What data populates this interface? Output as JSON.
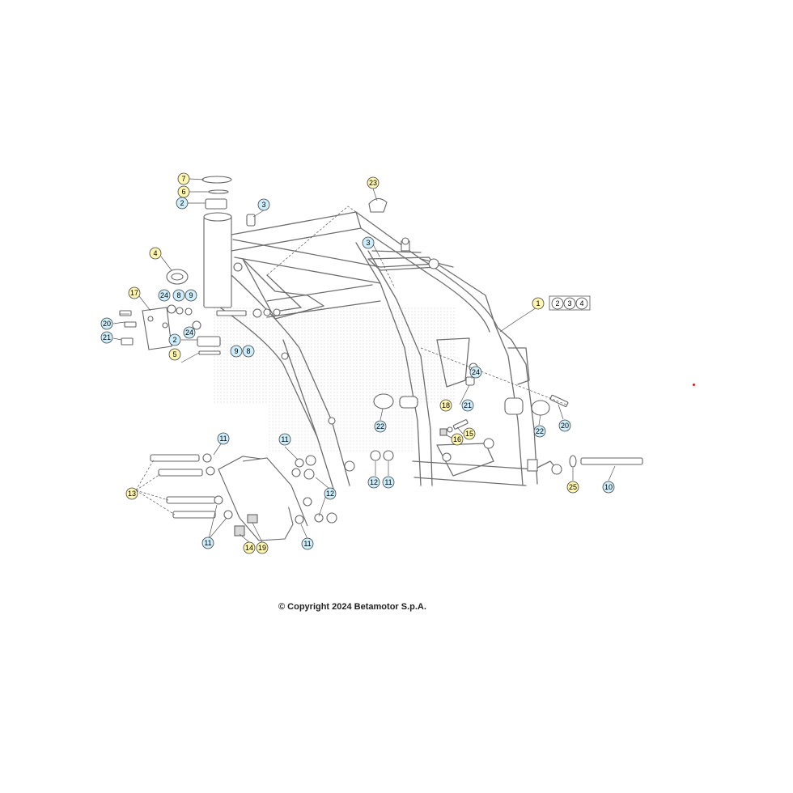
{
  "copyright": "© Copyright 2024 Betamotor S.p.A.",
  "callouts": [
    {
      "id": "c7",
      "label": "7",
      "style": "yellow"
    },
    {
      "id": "c6",
      "label": "6",
      "style": "yellow"
    },
    {
      "id": "c2a",
      "label": "2",
      "style": "blue"
    },
    {
      "id": "c3a",
      "label": "3",
      "style": "blue"
    },
    {
      "id": "c23",
      "label": "23",
      "style": "yellow"
    },
    {
      "id": "c3b",
      "label": "3",
      "style": "blue"
    },
    {
      "id": "c4a",
      "label": "4",
      "style": "yellow"
    },
    {
      "id": "c17",
      "label": "17",
      "style": "yellow"
    },
    {
      "id": "c24a",
      "label": "24",
      "style": "blue"
    },
    {
      "id": "c8a",
      "label": "8",
      "style": "blue"
    },
    {
      "id": "c9a",
      "label": "9",
      "style": "blue"
    },
    {
      "id": "c20a",
      "label": "20",
      "style": "blue"
    },
    {
      "id": "c24b",
      "label": "24",
      "style": "blue"
    },
    {
      "id": "c21a",
      "label": "21",
      "style": "blue"
    },
    {
      "id": "c2b",
      "label": "2",
      "style": "blue"
    },
    {
      "id": "c9b",
      "label": "9",
      "style": "blue"
    },
    {
      "id": "c8b",
      "label": "8",
      "style": "blue"
    },
    {
      "id": "c5",
      "label": "5",
      "style": "yellow"
    },
    {
      "id": "c1",
      "label": "1",
      "style": "yellow"
    },
    {
      "id": "c1b2",
      "label": "2",
      "style": "white"
    },
    {
      "id": "c1b3",
      "label": "3",
      "style": "white"
    },
    {
      "id": "c1b4",
      "label": "4",
      "style": "white"
    },
    {
      "id": "c24c",
      "label": "24",
      "style": "blue"
    },
    {
      "id": "c18",
      "label": "18",
      "style": "yellow"
    },
    {
      "id": "c21b",
      "label": "21",
      "style": "blue"
    },
    {
      "id": "c22a",
      "label": "22",
      "style": "blue"
    },
    {
      "id": "c22b",
      "label": "22",
      "style": "blue"
    },
    {
      "id": "c20b",
      "label": "20",
      "style": "blue"
    },
    {
      "id": "c15",
      "label": "15",
      "style": "yellow"
    },
    {
      "id": "c16",
      "label": "16",
      "style": "yellow"
    },
    {
      "id": "c11a",
      "label": "11",
      "style": "blue"
    },
    {
      "id": "c11b",
      "label": "11",
      "style": "blue"
    },
    {
      "id": "c12a",
      "label": "12",
      "style": "blue"
    },
    {
      "id": "c11c",
      "label": "11",
      "style": "blue"
    },
    {
      "id": "c25",
      "label": "25",
      "style": "yellow"
    },
    {
      "id": "c10",
      "label": "10",
      "style": "blue"
    },
    {
      "id": "c13",
      "label": "13",
      "style": "yellow"
    },
    {
      "id": "c12b",
      "label": "12",
      "style": "blue"
    },
    {
      "id": "c11d",
      "label": "11",
      "style": "blue"
    },
    {
      "id": "c14",
      "label": "14",
      "style": "yellow"
    },
    {
      "id": "c19",
      "label": "19",
      "style": "yellow"
    },
    {
      "id": "c11e",
      "label": "11",
      "style": "blue"
    }
  ],
  "colors": {
    "yellow": "#fff6b0",
    "blue": "#cdeefa",
    "white": "#ffffff",
    "frame": "#6e6e6e"
  }
}
